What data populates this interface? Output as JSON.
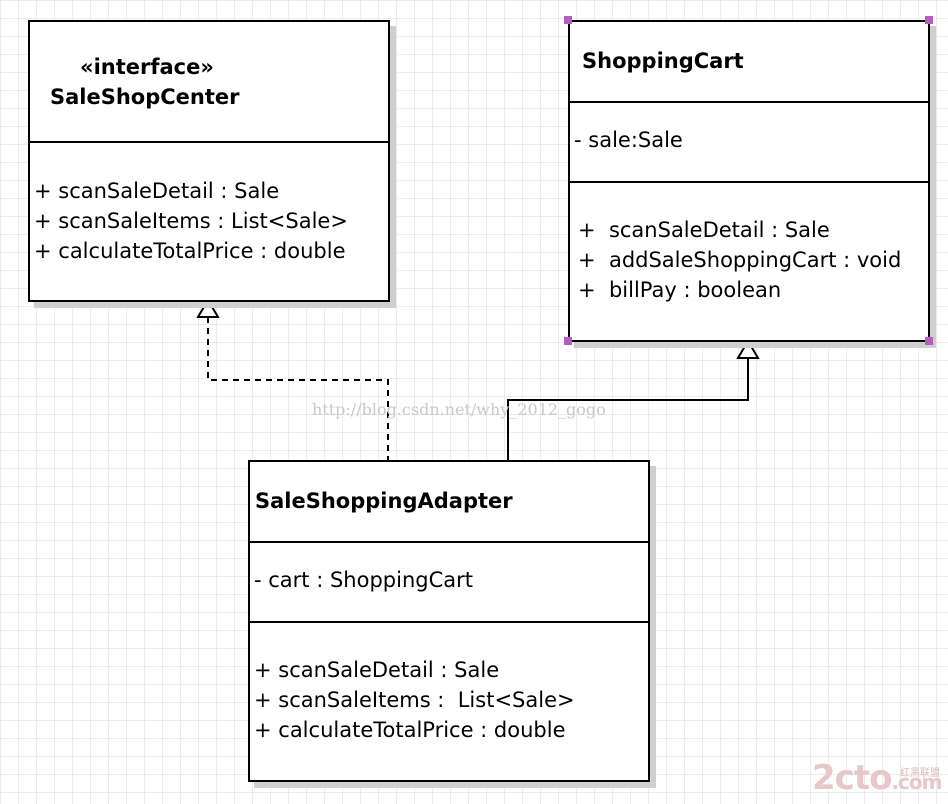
{
  "interface_class": {
    "stereotype": "«interface»",
    "name": "SaleShopCenter",
    "methods": [
      "+ scanSaleDetail : Sale",
      "+ scanSaleItems : List<Sale>",
      "+ calculateTotalPrice : double"
    ]
  },
  "cart_class": {
    "name": "ShoppingCart",
    "attributes": [
      "- sale:Sale"
    ],
    "methods": [
      "+  scanSaleDetail : Sale",
      "+  addSaleShoppingCart : void",
      "+  billPay : boolean"
    ]
  },
  "adapter_class": {
    "name": "SaleShoppingAdapter",
    "attributes": [
      "- cart : ShoppingCart"
    ],
    "methods": [
      "+ scanSaleDetail : Sale",
      "+ scanSaleItems :  List<Sale>",
      "+ calculateTotalPrice : double"
    ]
  },
  "watermark": "http://blog.csdn.net/why_2012_gogo",
  "logo": "2cto",
  "logo_domain": ".com",
  "logo_sub": "红黑联盟",
  "colors": {
    "line": "#000000",
    "handle": "#b45fc0",
    "shadow": "#cfcfcf"
  }
}
